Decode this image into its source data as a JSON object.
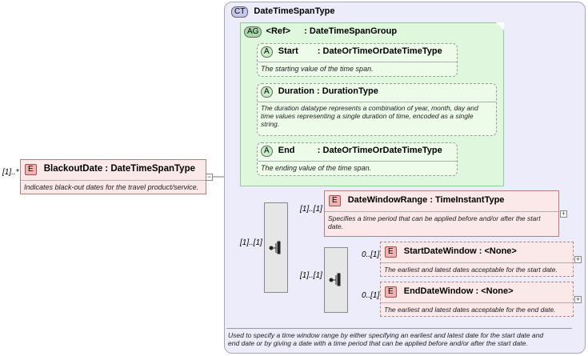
{
  "root": {
    "cardinality": "[1]..*",
    "badge": "E",
    "name": "BlackoutDate",
    "type": ": DateTimeSpanType",
    "doc": "Indicates black-out dates for the travel product/service."
  },
  "complex_type": {
    "badge": "CT",
    "name": "DateTimeSpanType",
    "doc_line1": "Used to specify a time window range by either specifying an earliest and latest date for the start date and",
    "doc_line2": "end date or by giving a date with a time period that can be applied before and/or after the start date."
  },
  "attribute_group": {
    "badge": "AG",
    "ref": "<Ref>",
    "type": ": DateTimeSpanGroup"
  },
  "attributes": [
    {
      "badge": "A",
      "name": "Start",
      "type": ": DateOrTimeOrDateTimeType",
      "doc": [
        "The starting value of the time span."
      ]
    },
    {
      "badge": "A",
      "name": "Duration",
      "type": ": DurationType",
      "doc": [
        "The duration datatype represents a combination of year, month, day and",
        "time values representing a single duration of time, encoded as a single",
        "string."
      ]
    },
    {
      "badge": "A",
      "name": "End",
      "type": ": DateOrTimeOrDateTimeType",
      "doc": [
        "The ending value of the time span."
      ]
    }
  ],
  "sequence_cardinality": "[1]..[1]",
  "date_window_range": {
    "cardinality": "[1]..[1]",
    "badge": "E",
    "name": "DateWindowRange",
    "type": ": TimeInstantType",
    "doc": [
      "Specifies a time period that can be applied before and/or after the start",
      "date."
    ]
  },
  "inner_sequence_cardinality": "[1]..[1]",
  "start_date_window": {
    "cardinality": "0..[1]",
    "badge": "E",
    "name": "StartDateWindow",
    "type": ": <None>",
    "doc": "The earliest and latest dates acceptable for the start date."
  },
  "end_date_window": {
    "cardinality": "0..[1]",
    "badge": "E",
    "name": "EndDateWindow",
    "type": ": <None>",
    "doc": "The earliest and latest dates acceptable for the end date."
  },
  "expand_symbol": "+",
  "collapse_symbol": "−"
}
